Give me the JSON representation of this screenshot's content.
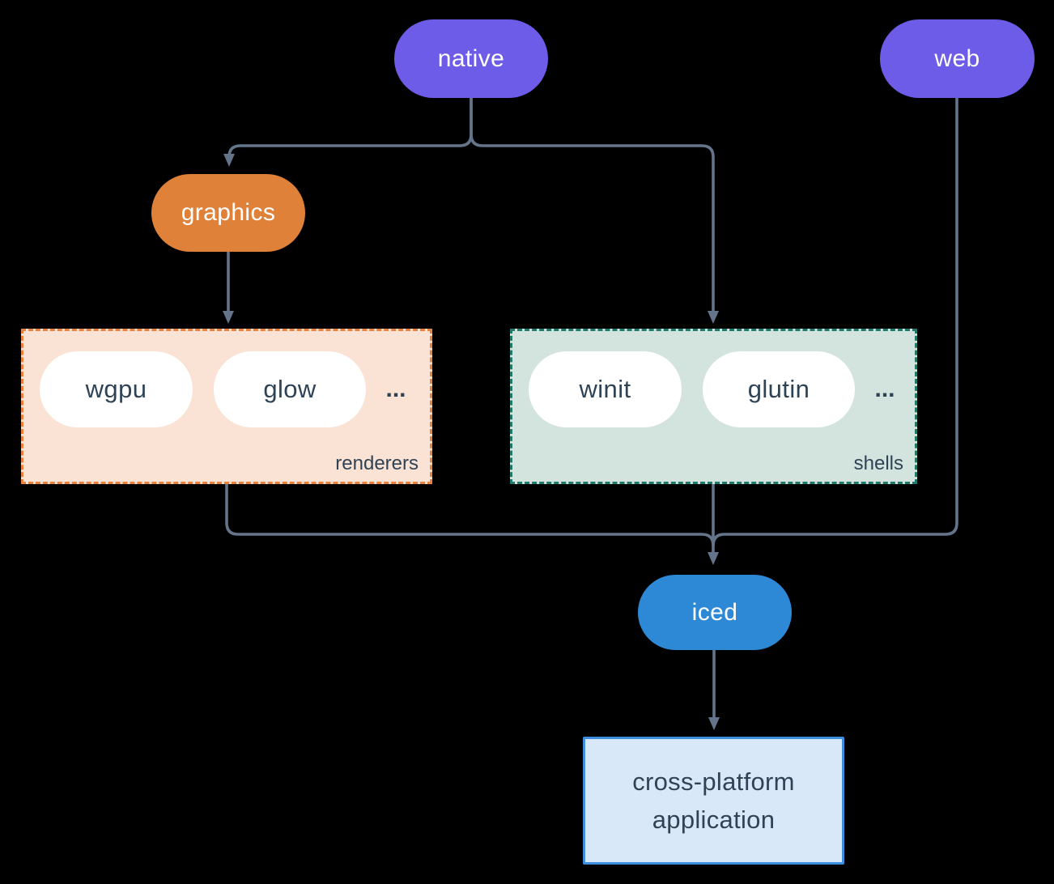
{
  "diagram": {
    "nodes": {
      "native": {
        "label": "native"
      },
      "web": {
        "label": "web"
      },
      "graphics": {
        "label": "graphics"
      },
      "iced": {
        "label": "iced"
      },
      "application": {
        "lines": [
          "cross-platform",
          "application"
        ]
      }
    },
    "groups": {
      "renderers": {
        "label": "renderers",
        "items": [
          "wgpu",
          "glow"
        ],
        "ellipsis": "..."
      },
      "shells": {
        "label": "shells",
        "items": [
          "winit",
          "glutin"
        ],
        "ellipsis": "..."
      }
    },
    "colors": {
      "background": "#000000",
      "platform_pill": "#6C5CE7",
      "graphics_pill": "#E0813A",
      "iced_pill": "#2D89D6",
      "pill_text": "#FFFFFF",
      "inner_pill_fill": "#FFFFFF",
      "dark_text": "#2F4356",
      "renderers_fill": "#FAE3D4",
      "renderers_border": "#E8823E",
      "shells_fill": "#D3E3DD",
      "shells_border": "#1F7A6B",
      "app_fill": "#D9E8F9",
      "app_border": "#3D8EDE",
      "connector": "#64748B"
    }
  }
}
